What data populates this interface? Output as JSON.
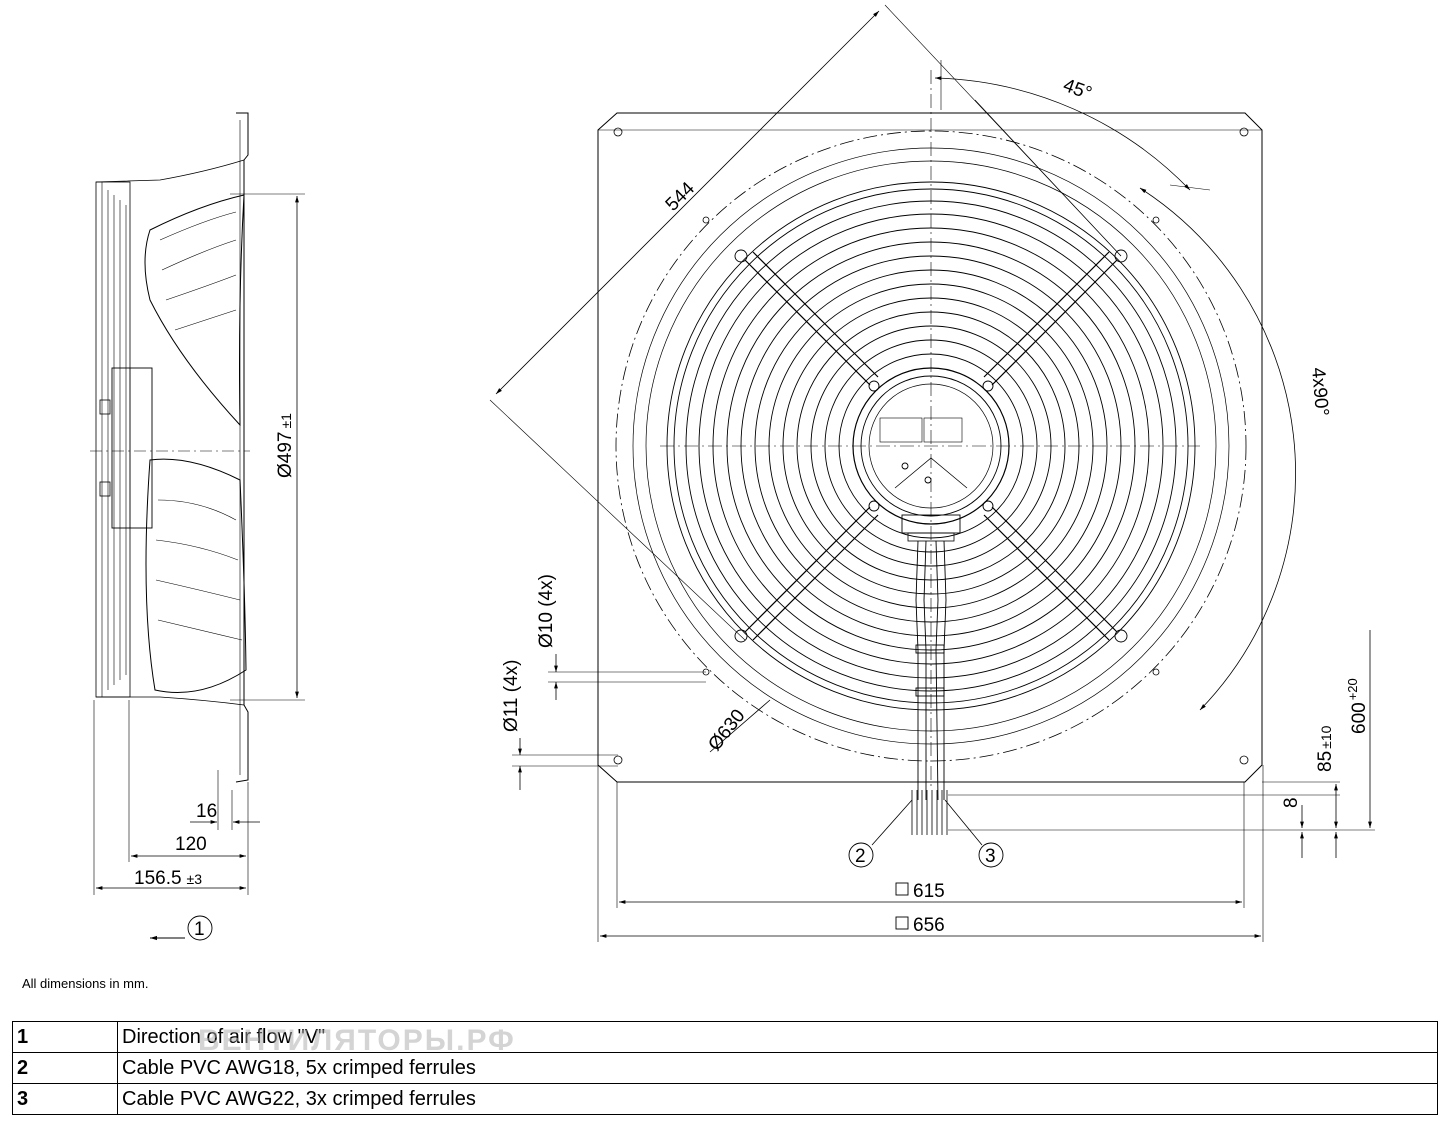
{
  "drawing": {
    "side_view": {
      "diameter_label": "Ø497",
      "diameter_tol": "±1",
      "dim_16": "16",
      "dim_120": "120",
      "dim_156": "156.5",
      "dim_156_tol": "±3",
      "callout_1": "1"
    },
    "front_view": {
      "dim_544": "544",
      "angle_45": "45°",
      "angle_4x90": "4x90°",
      "hole_10": "Ø10 (4x)",
      "hole_11": "Ø11 (4x)",
      "dia_630": "Ø630",
      "dim_85": "85",
      "dim_85_tol": "±10",
      "dim_600": "600",
      "dim_600_tol": "+20",
      "dim_8": "8",
      "sq_615": "615",
      "sq_656": "656",
      "callout_2": "2",
      "callout_3": "3"
    }
  },
  "note": "All dimensions in mm.",
  "legend": [
    {
      "num": "1",
      "text": "Direction of air flow \"V\""
    },
    {
      "num": "2",
      "text": "Cable PVC AWG18, 5x crimped ferrules"
    },
    {
      "num": "3",
      "text": "Cable PVC AWG22, 3x crimped ferrules"
    }
  ],
  "watermark": "ВЕНТИЛЯТОРЫ.РФ"
}
